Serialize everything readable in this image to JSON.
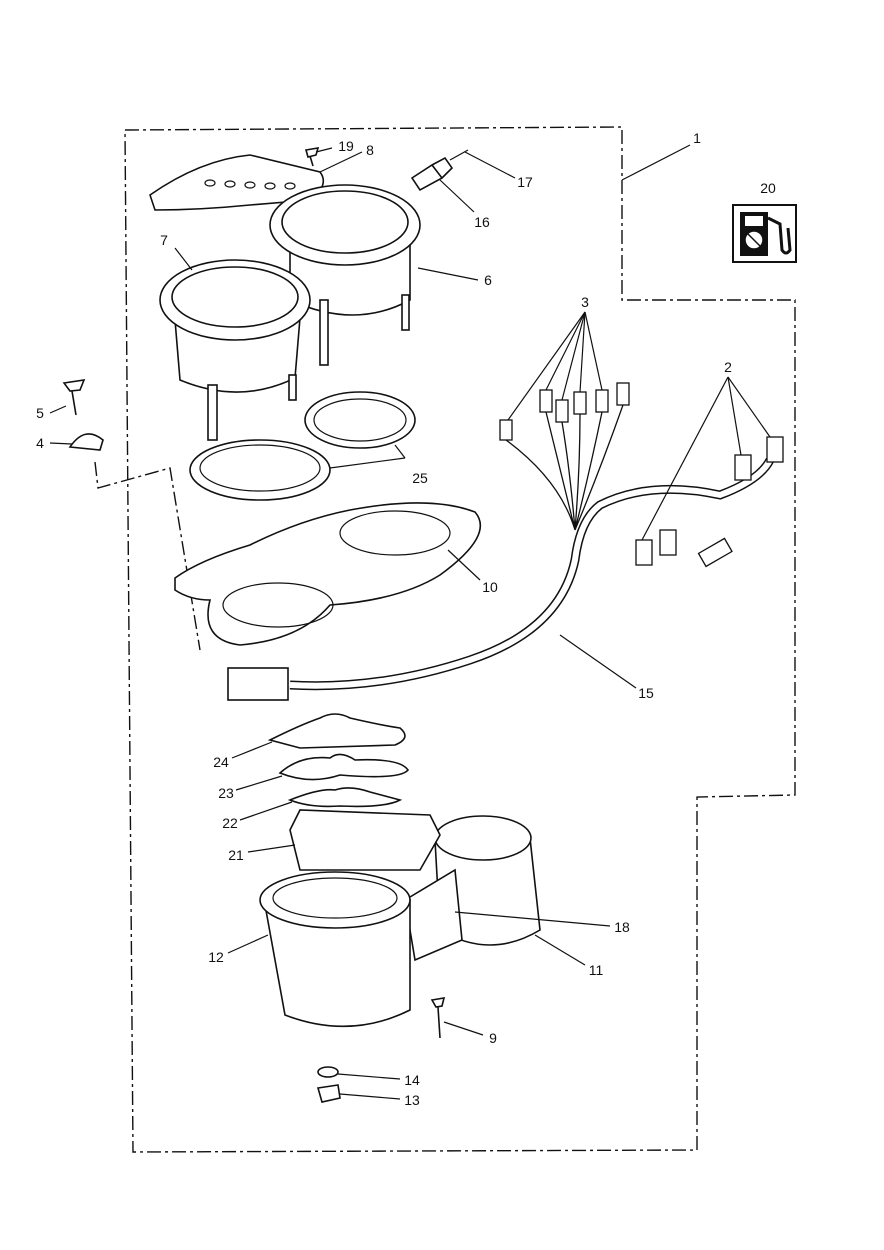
{
  "diagram": {
    "callouts": {
      "c1": "1",
      "c2": "2",
      "c3": "3",
      "c4": "4",
      "c5": "5",
      "c6": "6",
      "c7": "7",
      "c8": "8",
      "c9": "9",
      "c10": "10",
      "c11": "11",
      "c12": "12",
      "c13": "13",
      "c14": "14",
      "c15": "15",
      "c16": "16",
      "c17": "17",
      "c18": "18",
      "c19": "19",
      "c20": "20",
      "c21": "21",
      "c22": "22",
      "c23": "23",
      "c24": "24",
      "c25": "25"
    },
    "icons": {
      "fuel_symbol": "fuel-pump-no-lead-icon"
    }
  }
}
